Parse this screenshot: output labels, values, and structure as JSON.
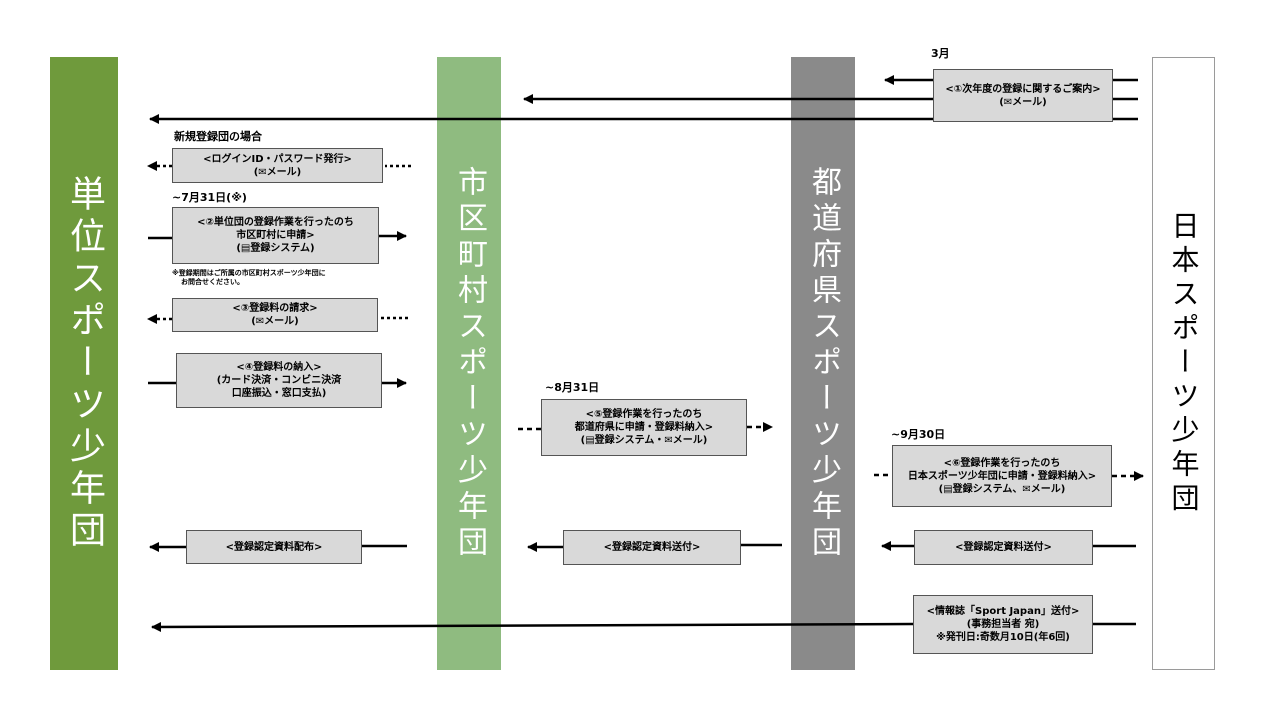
{
  "columns": {
    "unit": "単位スポーツ少年団",
    "city": "市区町村スポーツ少年団",
    "pref": "都道府県スポーツ少年団",
    "jsa": "日本スポーツ少年団"
  },
  "labels": {
    "march": "3月",
    "new_group": "新規登録団の場合",
    "deadline_jul31": "~7月31日(※)",
    "deadline_aug31": "~8月31日",
    "deadline_sep30": "~9月30日"
  },
  "note": {
    "line1": "※登録期間はご所属の市区町村スポーツ少年団に",
    "line2": "お問合せください。"
  },
  "boxes": {
    "b1": [
      "<①次年度の登録に関するご案内>",
      "(✉メール)"
    ],
    "login": [
      "<ログインID・パスワード発行>",
      "(✉メール)"
    ],
    "b2": [
      "<②単位団の登録作業を行ったのち",
      "市区町村に申請>",
      "(▤登録システム)"
    ],
    "b3": [
      "<③登録料の請求>",
      "(✉メール)"
    ],
    "b4": [
      "<④登録料の納入>",
      "(カード決済・コンビニ決済",
      "口座振込・窓口支払)"
    ],
    "b5": [
      "<⑤登録作業を行ったのち",
      "都道府県に申請・登録料納入>",
      "(▤登録システム・✉メール)"
    ],
    "b6": [
      "<⑥登録作業を行ったのち",
      "日本スポーツ少年団に申請・登録料納入>",
      "(▤登録システム、✉メール)"
    ],
    "cert_dist": [
      "<登録認定資料配布>"
    ],
    "cert_send_city": [
      "<登録認定資料送付>"
    ],
    "cert_send_pref": [
      "<登録認定資料送付>"
    ],
    "sportjapan": [
      "<情報誌「Sport Japan」送付>",
      "(事務担当者 宛)",
      "※発刊日:奇数月10日(年6回)"
    ]
  }
}
